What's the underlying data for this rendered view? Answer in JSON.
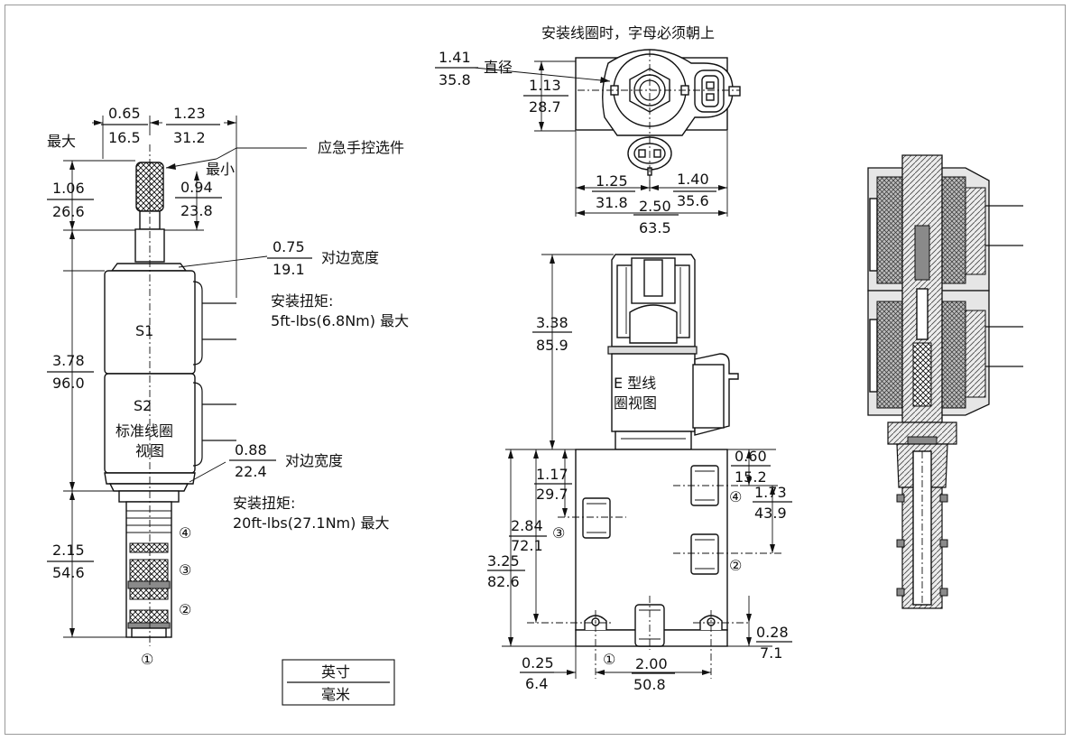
{
  "left_view": {
    "label_max": "最大",
    "label_min": "最小",
    "manual_override": "应急手控选件",
    "dim_065_in": "0.65",
    "dim_065_mm": "16.5",
    "dim_123_in": "1.23",
    "dim_123_mm": "31.2",
    "dim_106_in": "1.06",
    "dim_106_mm": "26.6",
    "dim_094_in": "0.94",
    "dim_094_mm": "23.8",
    "dim_075_in": "0.75",
    "dim_075_mm": "19.1",
    "across_flats_1": "对边宽度",
    "torque_title_1": "安装扭矩:",
    "torque_value_1": "5ft-lbs(6.8Nm) 最大",
    "coil_s1": "S1",
    "coil_s2": "S2",
    "std_coil_line1": "标准线圈",
    "std_coil_line2": "视图",
    "dim_378_in": "3.78",
    "dim_378_mm": "96.0",
    "dim_088_in": "0.88",
    "dim_088_mm": "22.4",
    "across_flats_2": "对边宽度",
    "torque_title_2": "安装扭矩:",
    "torque_value_2": "20ft-lbs(27.1Nm) 最大",
    "dim_215_in": "2.15",
    "dim_215_mm": "54.6",
    "port_4": "④",
    "port_3": "③",
    "port_2": "②",
    "port_1": "①"
  },
  "legend": {
    "inch": "英寸",
    "mm": "毫米"
  },
  "top_view": {
    "note": "安装线圈时，字母必须朝上",
    "dia_label": "直径",
    "dim_141_in": "1.41",
    "dim_141_mm": "35.8",
    "dim_113_in": "1.13",
    "dim_113_mm": "28.7",
    "dim_125_in": "1.25",
    "dim_125_mm": "31.8",
    "dim_140_in": "1.40",
    "dim_140_mm": "35.6",
    "dim_250_in": "2.50",
    "dim_250_mm": "63.5"
  },
  "front_view": {
    "dim_338_in": "3.38",
    "dim_338_mm": "85.9",
    "e_coil_line1": "E 型线",
    "e_coil_line2": "圈视图",
    "dim_060_in": "0.60",
    "dim_060_mm": "15.2",
    "dim_117_in": "1.17",
    "dim_117_mm": "29.7",
    "dim_173_in": "1.73",
    "dim_173_mm": "43.9",
    "dim_284_in": "2.84",
    "dim_284_mm": "72.1",
    "dim_325_in": "3.25",
    "dim_325_mm": "82.6",
    "dim_028_in": "0.28",
    "dim_028_mm": "7.1",
    "dim_025_in": "0.25",
    "dim_025_mm": "6.4",
    "dim_200_in": "2.00",
    "dim_200_mm": "50.8",
    "port_4": "④",
    "port_3": "③",
    "port_2": "②",
    "port_1": "①"
  }
}
